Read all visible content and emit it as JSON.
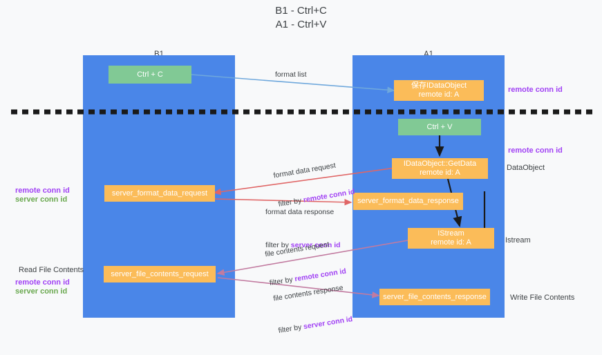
{
  "title": {
    "line1": "B1 - Ctrl+C",
    "line2": "A1 - Ctrl+V"
  },
  "lanes": [
    {
      "id": "b1",
      "name": "B1",
      "role": "connection"
    },
    {
      "id": "a1",
      "name": "A1",
      "role": "remote"
    }
  ],
  "colors": {
    "lane": "#4a86e8",
    "green_box": "#81c995",
    "orange_box": "#fbbc59",
    "purple_text": "#a142f4",
    "green_text": "#6aa84f",
    "blue_arrow": "#6fa8dc",
    "red_arrow": "#e06666",
    "magenta_arrow": "#c27ba0",
    "black": "#1a1a1a",
    "background": "#f8f9fa"
  },
  "boxes": {
    "ctrl_c": "Ctrl + C",
    "ctrl_v": "Ctrl + V",
    "save_data_object": "保存IDataObject\nremote id: A",
    "get_data": "IDataObject::GetData\nremote id: A",
    "istream": "IStream\nremote id: A",
    "server_format_data_request": "server_format_data_request",
    "server_format_data_response": "server_format_data_response",
    "server_file_contents_request": "server_file_contents_request",
    "server_file_contents_response": "server_file_contents_response"
  },
  "edges": {
    "format_list": "format list",
    "format_data_request": "format data request",
    "format_data_request_filter_prefix": "filter by ",
    "format_data_request_filter_key": "remote conn id",
    "format_data_response": "format data response",
    "format_data_response_filter_prefix": "filter by ",
    "format_data_response_filter_key": "server conn id",
    "file_contents_request": "file contents request",
    "file_contents_request_filter_prefix": "filter by ",
    "file_contents_request_filter_key": "remote conn id",
    "file_contents_response": "file contents response",
    "file_contents_response_filter_prefix": "filter by ",
    "file_contents_response_filter_key": "server conn id"
  },
  "annotations": {
    "right_remote_conn_id_top": "remote conn id",
    "right_remote_conn_id_mid": "remote conn id",
    "right_data_object": "DataObject",
    "right_istream": "Istream",
    "right_write_file_contents": "Write File Contents",
    "left_remote_conn_id": "remote conn id",
    "left_server_conn_id": "server conn id",
    "left_read_file_contents": "Read File Contents",
    "left_remote_conn_id_2": "remote conn id",
    "left_server_conn_id_2": "server conn id"
  }
}
